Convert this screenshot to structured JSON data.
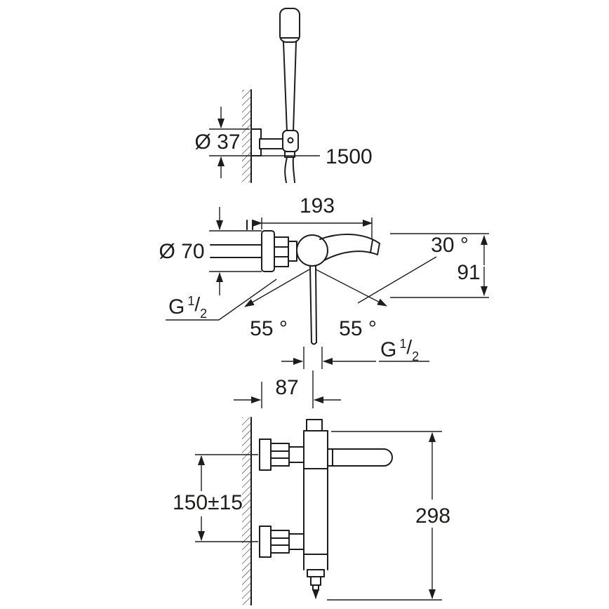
{
  "colors": {
    "line": "#1d1d1b",
    "background": "#ffffff"
  },
  "labels": {
    "hose_length": "1500",
    "holder_diameter": "Ø 37",
    "spout_projection": "193",
    "rosette_diameter": "Ø 70",
    "spout_angle": "30 °",
    "spout_height": "91",
    "swing_left": "55 °",
    "swing_right": "55 °",
    "handle_offset": "87",
    "connection_spacing": "150±15",
    "total_height": "298",
    "thread_inlet": {
      "g": "G",
      "num": "1",
      "slash": "/",
      "den": "2"
    },
    "thread_outlet": {
      "g": "G",
      "num": "1",
      "slash": "/",
      "den": "2"
    }
  }
}
